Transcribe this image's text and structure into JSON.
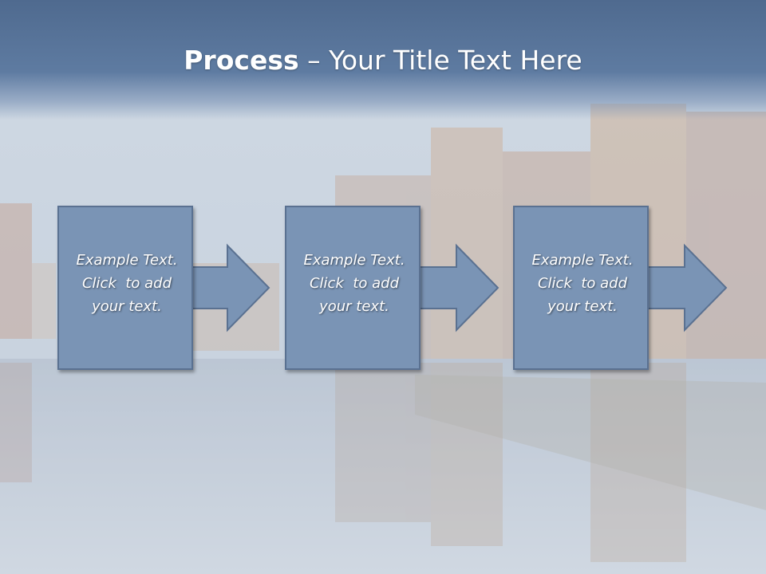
{
  "slide": {
    "title_bold": "Process",
    "title_rest": " – Your Title Text Here"
  },
  "steps": [
    {
      "lines": [
        "Example Text.",
        "Click  to add",
        "your text."
      ]
    },
    {
      "lines": [
        "Example Text.",
        "Click  to add",
        "your text."
      ]
    },
    {
      "lines": [
        "Example Text.",
        "Click  to add",
        "your text."
      ]
    }
  ],
  "colors": {
    "box_fill": "#7a94b5",
    "box_border": "#5a7191",
    "title_bar": "#5e7ba1",
    "text": "#ffffff"
  }
}
